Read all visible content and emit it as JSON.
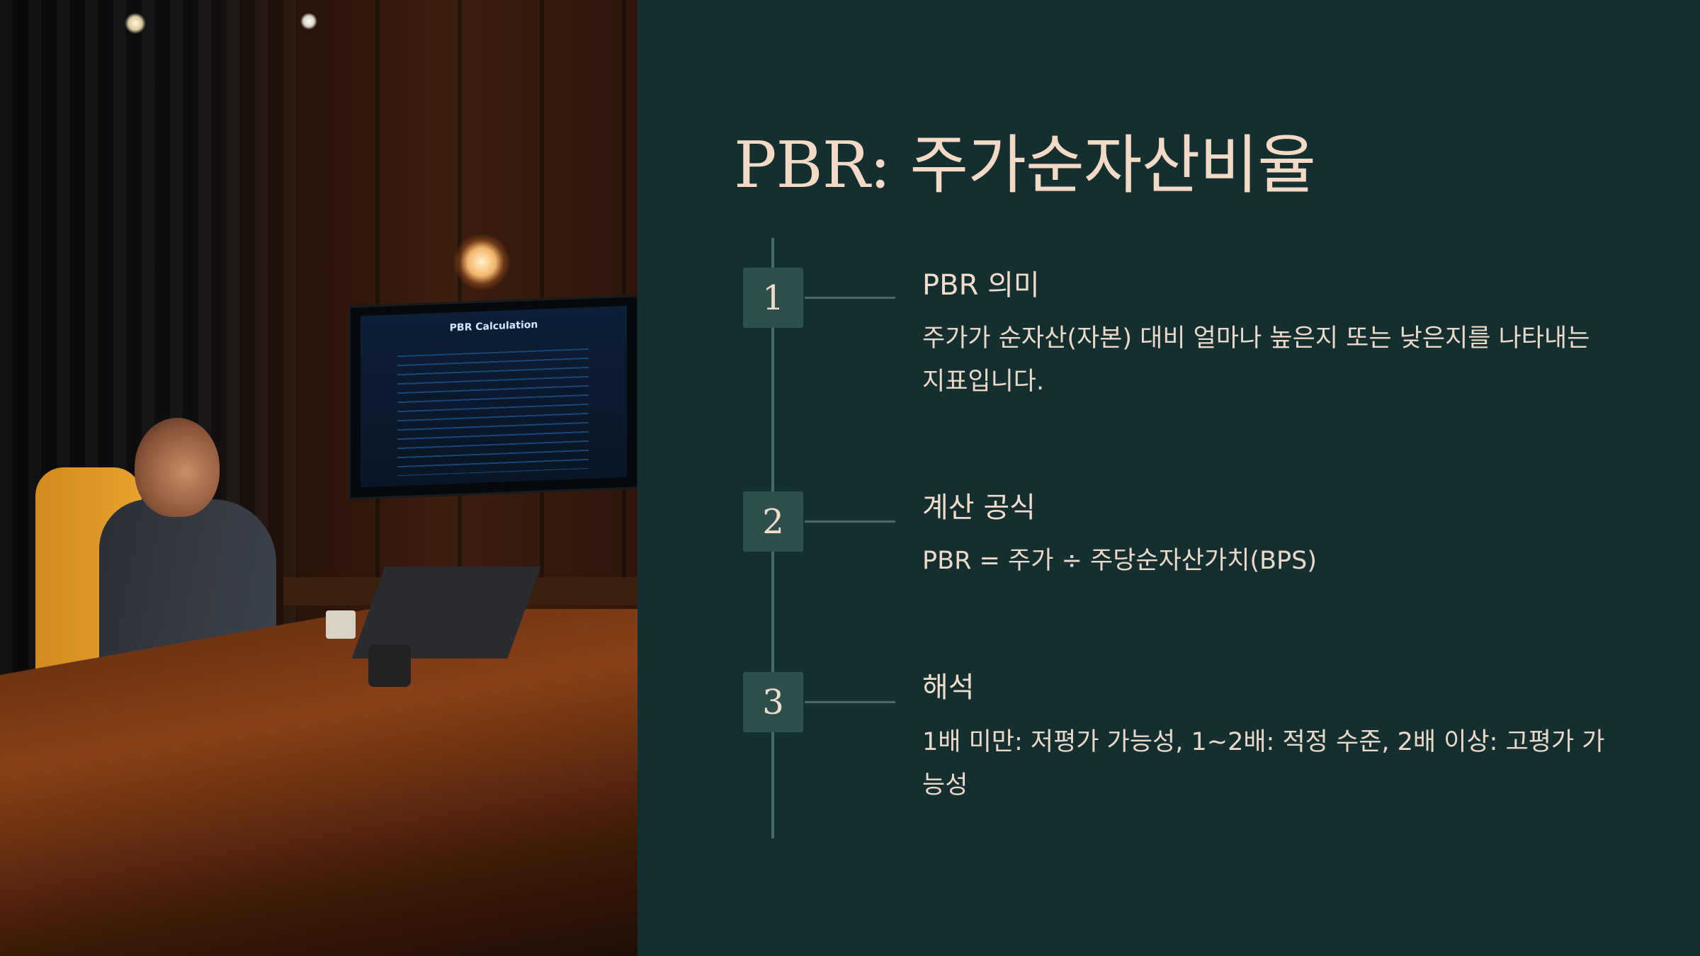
{
  "slide": {
    "title": "PBR: 주가순자산비율",
    "photo": {
      "screen_title": "PBR Calculation"
    },
    "steps": [
      {
        "number": "1",
        "title": "PBR 의미",
        "description": "주가가 순자산(자본) 대비 얼마나 높은지 또는 낮은지를 나타내는 지표입니다."
      },
      {
        "number": "2",
        "title": "계산 공식",
        "description": "PBR = 주가 ÷ 주당순자산가치(BPS)"
      },
      {
        "number": "3",
        "title": "해석",
        "description": "1배 미만: 저평가 가능성, 1~2배: 적정 수준, 2배 이상: 고평가 가능성"
      }
    ],
    "colors": {
      "background": "#142f2f",
      "accent_box": "#2e504c",
      "title_text": "#f4d9c4",
      "body_text": "#ecd8c8",
      "line": "#4b6a66"
    }
  }
}
